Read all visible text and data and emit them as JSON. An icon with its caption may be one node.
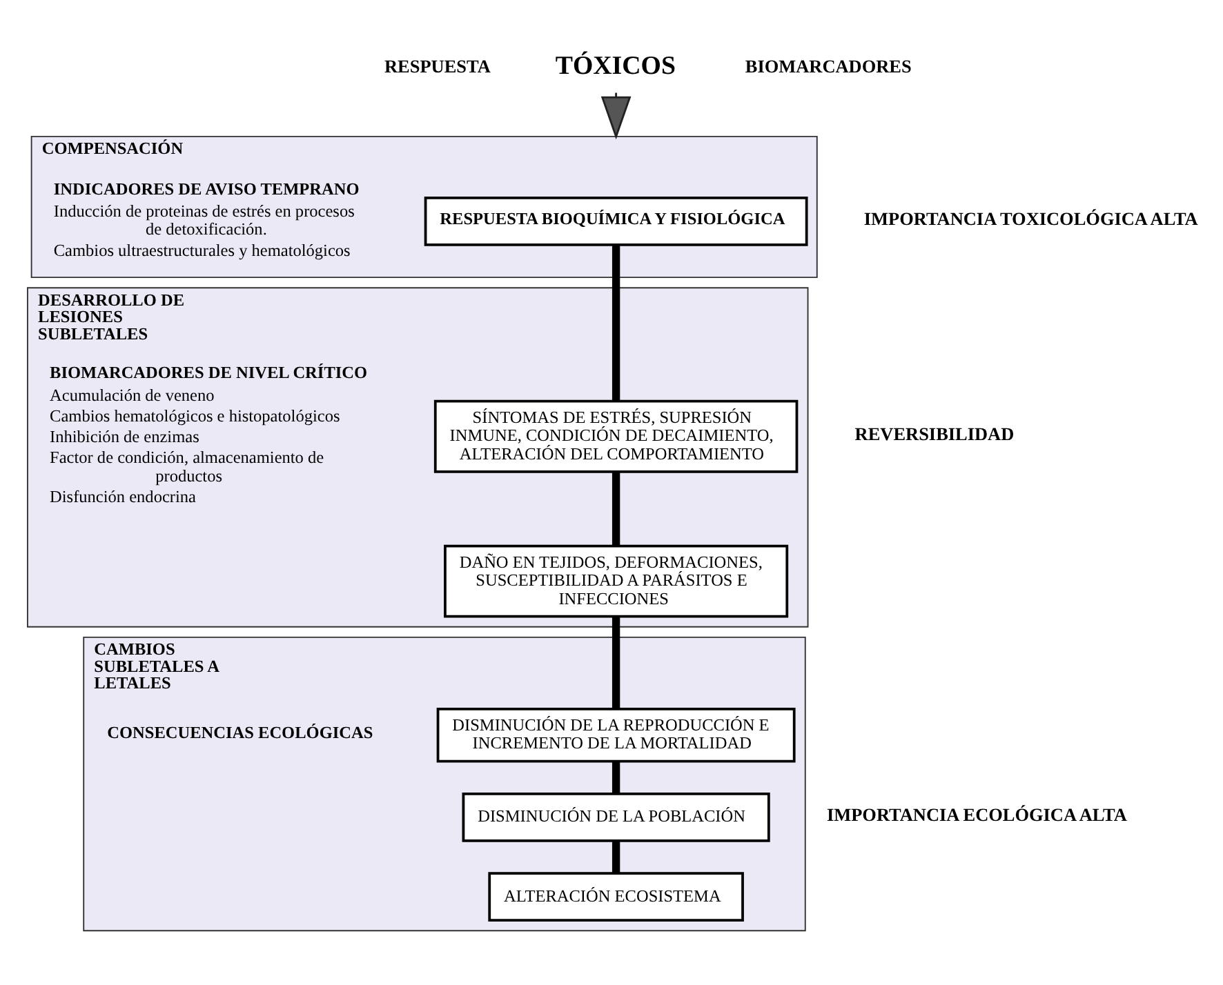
{
  "diagram": {
    "nodes": [
      {
        "text": [
          "TÓXICOS"
        ]
      },
      {
        "text": [
          "COMPENSACIÓN",
          "INDICADORES DE AVISO TEMPRANO",
          "Inducción de proteinas de estrés en procesos de detoxificación.",
          "Cambios ultraestructurales y hematológicos"
        ]
      },
      {
        "text": [
          "RESPUESTA BIOQUÍMICA Y FISIOLÓGICA"
        ],
        "in": 1
      },
      {
        "text": [
          "DESARROLLO DE LESIONES SUBLETALES",
          "BIOMARCADORES DE NIVEL CRÍTICO",
          "Acumulación de veneno",
          "Cambios hematológicos e histopatológicos",
          "Inhibición de enzimas",
          "Factor de condición, almacenamiento de productos",
          "Disfunción endocrina"
        ]
      },
      {
        "text": [
          "SÍNTOMAS DE ESTRÉS, SUPRESIÓN INMUNE, CONDICIÓN DE DECAIMIENTO, ALTERACIÓN DEL COMPORTAMIENTO"
        ],
        "in": 3
      },
      {
        "text": [
          "DAÑO EN TEJIDOS, DEFORMACIONES, SUSCEPTIBILIDAD A PARÁSITOS E INFECCIONES"
        ],
        "in": 3
      },
      {
        "text": [
          "CAMBIOS SUBLETALES A LETALES",
          "CONSECUENCIAS ECOLÓGICAS"
        ]
      },
      {
        "text": [
          "DISMINUCIÓN DE LA REPRODUCCIÓN E INCREMENTO DE LA MORTALIDAD"
        ],
        "in": 6
      },
      {
        "text": [
          "DISMINUCIÓN DE LA POBLACIÓN"
        ],
        "in": 6
      },
      {
        "text": [
          "ALTERACIÓN ECOSISTEMA"
        ],
        "in": 6
      }
    ],
    "edges": [
      {
        "from": 0,
        "to": 1,
        "arrow": "to"
      },
      {
        "from": 2,
        "to": 4,
        "arrow": "none"
      },
      {
        "from": 4,
        "to": 5,
        "arrow": "none"
      },
      {
        "from": 5,
        "to": 7,
        "arrow": "none"
      },
      {
        "from": 7,
        "to": 8,
        "arrow": "none"
      },
      {
        "from": 8,
        "to": 9,
        "arrow": "none"
      }
    ],
    "labels": [
      "RESPUESTA",
      "BIOMARCADORES",
      "REVERSIBILIDAD",
      "IMPORTANCIA TOXICOLÓGICA ALTA",
      "IMPORTANCIA ECOLÓGICA ALTA"
    ]
  }
}
